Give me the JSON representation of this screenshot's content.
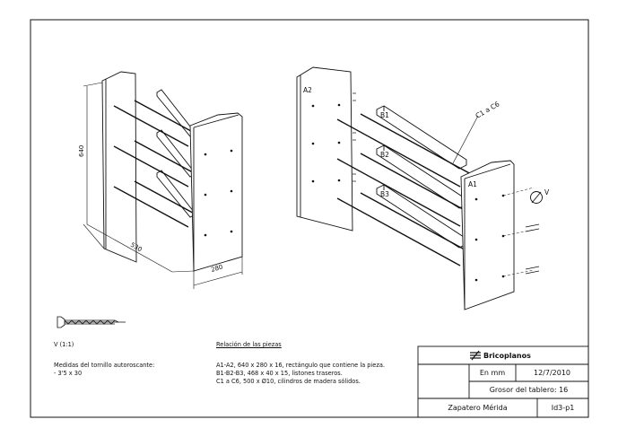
{
  "assembled": {
    "dim_height": "640",
    "dim_length": "530",
    "dim_depth": "280"
  },
  "exploded": {
    "callouts": [
      "A2",
      "A1",
      "B1",
      "B2",
      "B3",
      "C1 a C6",
      "V"
    ]
  },
  "screw": {
    "label": "V (1:1)",
    "measures_title": "Medidas del tornillo autoroscante:",
    "measures_value": "- 3'5 x 30"
  },
  "parts": {
    "title": "Relación de las piezas",
    "lines": [
      "A1-A2, 640 x 280 x 16, rectángulo que contiene la pieza.",
      "B1-B2-B3, 468 x 40 x 15, listones traseros.",
      "C1 a C6, 500 x Ø10, cilindros de madera sólidos."
    ]
  },
  "title_block": {
    "brand": "Bricoplanos",
    "units": "En mm",
    "date": "12/7/2010",
    "thickness": "Grosor del tablero: 16",
    "name": "Zapatero Mérida",
    "sheet_id": "Id3-p1"
  }
}
